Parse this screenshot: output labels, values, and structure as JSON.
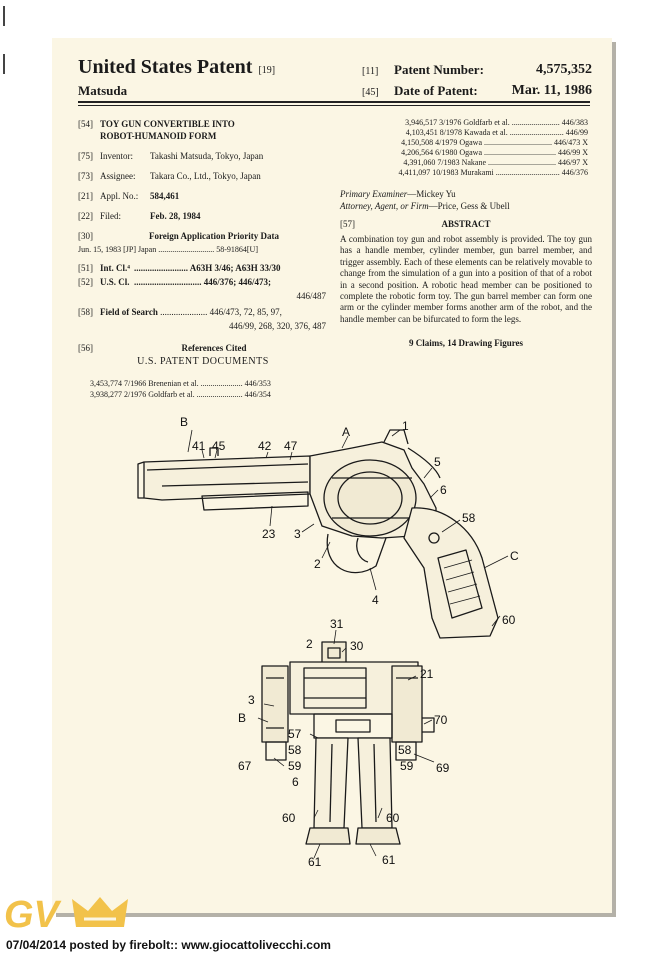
{
  "header": {
    "title": "United States Patent",
    "title_code": "[19]",
    "inventor_short": "Matsuda",
    "patent_number_code": "[11]",
    "patent_number_label": "Patent Number:",
    "patent_number": "4,575,352",
    "date_code": "[45]",
    "date_label": "Date of Patent:",
    "date": "Mar. 11, 1986"
  },
  "left": {
    "title_code": "[54]",
    "title_line1": "TOY GUN CONVERTIBLE INTO",
    "title_line2": "ROBOT-HUMANOID FORM",
    "inventor_code": "[75]",
    "inventor_label": "Inventor:",
    "inventor": "Takashi Matsuda, Tokyo, Japan",
    "assignee_code": "[73]",
    "assignee_label": "Assignee:",
    "assignee": "Takara Co., Ltd., Tokyo, Japan",
    "appl_code": "[21]",
    "appl_label": "Appl. No.:",
    "appl": "584,461",
    "filed_code": "[22]",
    "filed_label": "Filed:",
    "filed": "Feb. 28, 1984",
    "priority_code": "[30]",
    "priority_head": "Foreign Application Priority Data",
    "priority_row": "Jun. 15, 1983 [JP]   Japan ............................ 58-91864[U]",
    "intcl_code": "[51]",
    "intcl_label": "Int. Cl.⁴",
    "intcl_value": "........................ A63H 3/46; A63H 33/30",
    "uscl_code": "[52]",
    "uscl_label": "U.S. Cl.",
    "uscl_value": ".............................. 446/376; 446/473;",
    "uscl_value2": "446/487",
    "search_code": "[58]",
    "search_label": "Field of Search",
    "search_value": "..................... 446/473, 72, 85, 97,",
    "search_value2": "446/99, 268, 320, 376, 487",
    "refs_code": "[56]",
    "refs_head": "References Cited",
    "refs_sub": "U.S. PATENT DOCUMENTS",
    "refs": [
      "3,453,774   7/1966   Brenenian et al. ..................... 446/353",
      "3,938,277   2/1976   Goldfarb et al. ....................... 446/354"
    ]
  },
  "right": {
    "refs": [
      "3,946,517   3/1976   Goldfarb et al. ........................ 446/383",
      "4,103,451   8/1978   Kawada et al. ........................... 446/99",
      "4,150,508   4/1979   Ogawa .................................. 446/473 X",
      "4,206,564   6/1980   Ogawa .................................... 446/99 X",
      "4,391,060   7/1983   Nakane .................................. 446/97 X",
      "4,411,097 10/1983   Murakami ................................ 446/376"
    ],
    "examiner_label": "Primary Examiner",
    "examiner": "—Mickey Yu",
    "attorney_label": "Attorney, Agent, or Firm",
    "attorney": "—Price, Gess & Ubell",
    "abstract_code": "[57]",
    "abstract_head": "ABSTRACT",
    "abstract": "A combination toy gun and robot assembly is provided. The toy gun has a handle member, cylinder member, gun barrel member, and trigger assembly. Each of these elements can be relatively movable to change from the simulation of a gun into a position of that of a robot in a second position. A robotic head member can be positioned to complete the robotic form toy. The gun barrel member can form one arm or the cylinder member forms another arm of the robot, and the handle member can be bifurcated to form the legs.",
    "claims": "9 Claims, 14 Drawing Figures"
  },
  "drawing_labels": {
    "gun": [
      "B",
      "41",
      "45",
      "42",
      "47",
      "A",
      "1",
      "5",
      "6",
      "58",
      "23",
      "3",
      "2",
      "4",
      "C",
      "60"
    ],
    "robot": [
      "31",
      "2",
      "30",
      "21",
      "3",
      "B",
      "70",
      "57",
      "58",
      "58",
      "67",
      "59",
      "59",
      "69",
      "6",
      "60",
      "60",
      "61",
      "61"
    ]
  },
  "logo": {
    "text": "GV",
    "crown_icon": "crown-icon",
    "color": "#f2c24a"
  },
  "footer": "07/04/2014 posted by firebolt:: www.giocattolivecchi.com"
}
